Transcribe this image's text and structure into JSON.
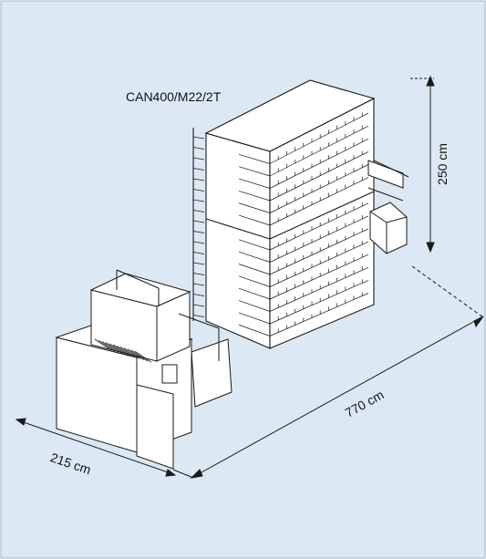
{
  "diagram": {
    "model_label": "CAN400/M22/2T",
    "height_dim": "250 cm",
    "length_dim": "770 cm",
    "width_dim": "215 cm"
  },
  "colors": {
    "background": "#dce9f4",
    "line": "#1a1a1a",
    "box_face": "#ffffff"
  }
}
